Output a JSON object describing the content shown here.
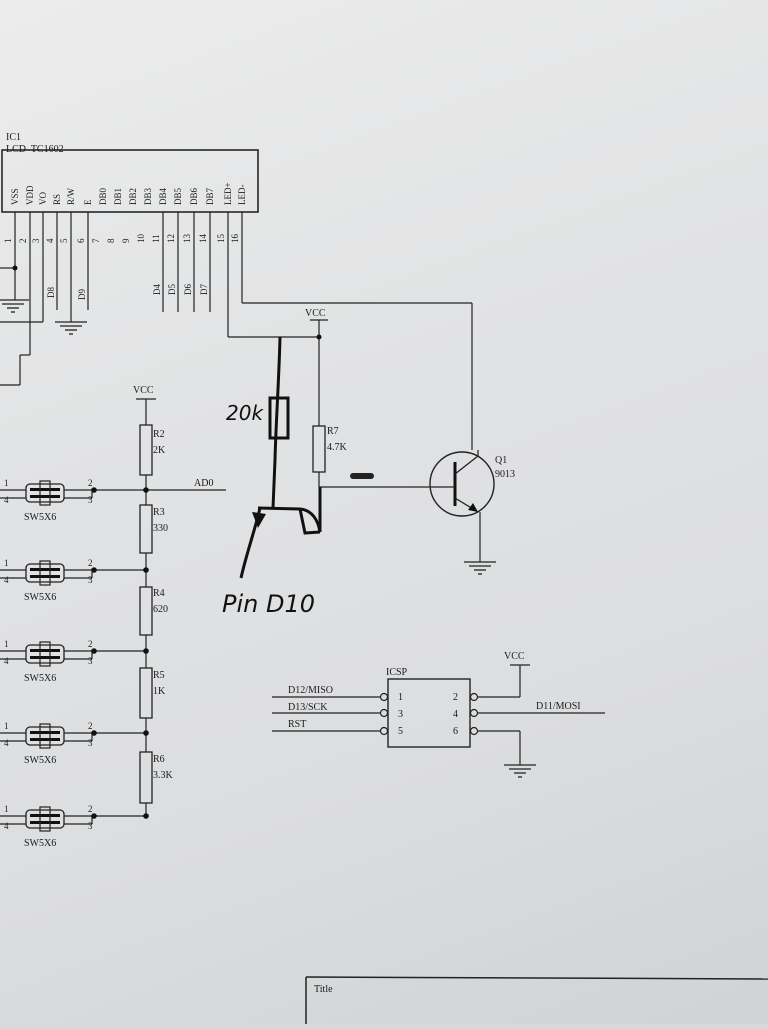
{
  "lcd": {
    "ref": "IC1",
    "name": "LCD  TC1602",
    "pins": [
      {
        "label": "VSS",
        "num": "1"
      },
      {
        "label": "VDD",
        "num": "2"
      },
      {
        "label": "VO",
        "num": "3"
      },
      {
        "label": "RS",
        "num": "4"
      },
      {
        "label": "R/W",
        "num": "5"
      },
      {
        "label": "E",
        "num": "6"
      },
      {
        "label": "DB0",
        "num": "7"
      },
      {
        "label": "DB1",
        "num": "8"
      },
      {
        "label": "DB2",
        "num": "9"
      },
      {
        "label": "DB3",
        "num": "10"
      },
      {
        "label": "DB4",
        "num": "11"
      },
      {
        "label": "DB5",
        "num": "12"
      },
      {
        "label": "DB6",
        "num": "13"
      },
      {
        "label": "DB7",
        "num": "14"
      },
      {
        "label": "LED+",
        "num": "15"
      },
      {
        "label": "LED-",
        "num": "16"
      }
    ],
    "nets": {
      "rs": "D8",
      "e": "D9",
      "db4": "D4",
      "db5": "D5",
      "db6": "D6",
      "db7": "D7"
    }
  },
  "power": {
    "vcc": "VCC"
  },
  "resistors": {
    "r2": {
      "ref": "R2",
      "value": "2K"
    },
    "r3": {
      "ref": "R3",
      "value": "330"
    },
    "r4": {
      "ref": "R4",
      "value": "620"
    },
    "r5": {
      "ref": "R5",
      "value": "1K"
    },
    "r6": {
      "ref": "R6",
      "value": "3.3K"
    },
    "r7": {
      "ref": "R7",
      "value": "4.7K"
    }
  },
  "net_ad0": "AD0",
  "switch_label": "SW5X6",
  "switch_pins": {
    "p1": "1",
    "p2": "2",
    "p3": "3",
    "p4": "4"
  },
  "transistor": {
    "ref": "Q1",
    "part": "9013"
  },
  "icsp": {
    "title": "ICSP",
    "pins_left": [
      "1",
      "3",
      "5"
    ],
    "pins_right": [
      "2",
      "4",
      "6"
    ],
    "left_nets": [
      "D12/MISO",
      "D13/SCK",
      "RST"
    ],
    "right_net": "D11/MOSI"
  },
  "handwritten": {
    "pot": "20k",
    "pin": "Pin D10"
  },
  "title_block": {
    "label": "Title"
  }
}
